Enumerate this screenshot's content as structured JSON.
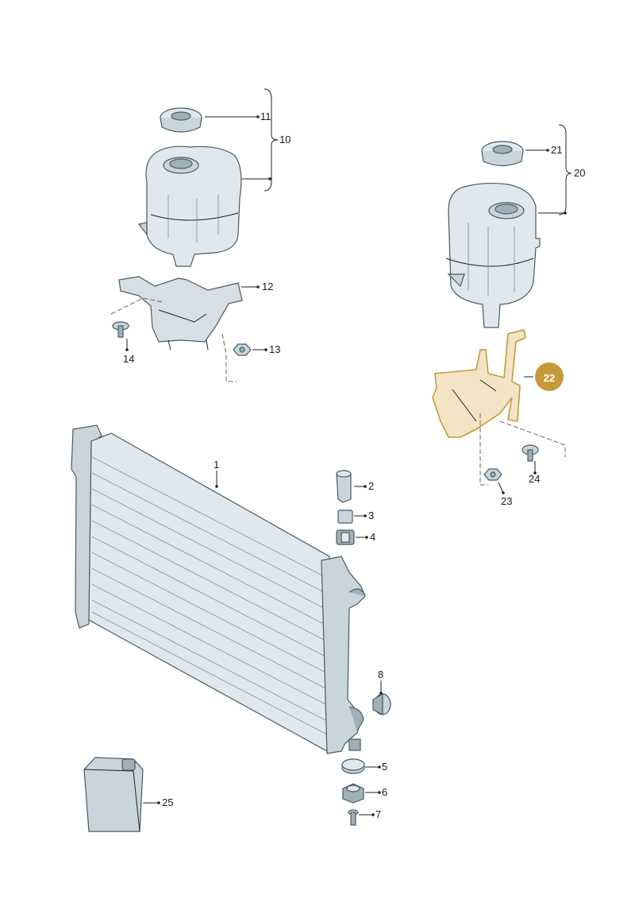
{
  "callouts": {
    "c1": "1",
    "c2": "2",
    "c3": "3",
    "c4": "4",
    "c5": "5",
    "c6": "6",
    "c7": "7",
    "c8": "8",
    "c10": "10",
    "c11": "11",
    "c12": "12",
    "c13": "13",
    "c14": "14",
    "c20": "20",
    "c21": "21",
    "c22": "22",
    "c23": "23",
    "c24": "24",
    "c25": "25"
  },
  "colors": {
    "highlight_badge": "#c49a3a",
    "highlight_fill": "#f3e4c6",
    "part_fill": "#c8d5dc",
    "outline": "#4a5961"
  }
}
